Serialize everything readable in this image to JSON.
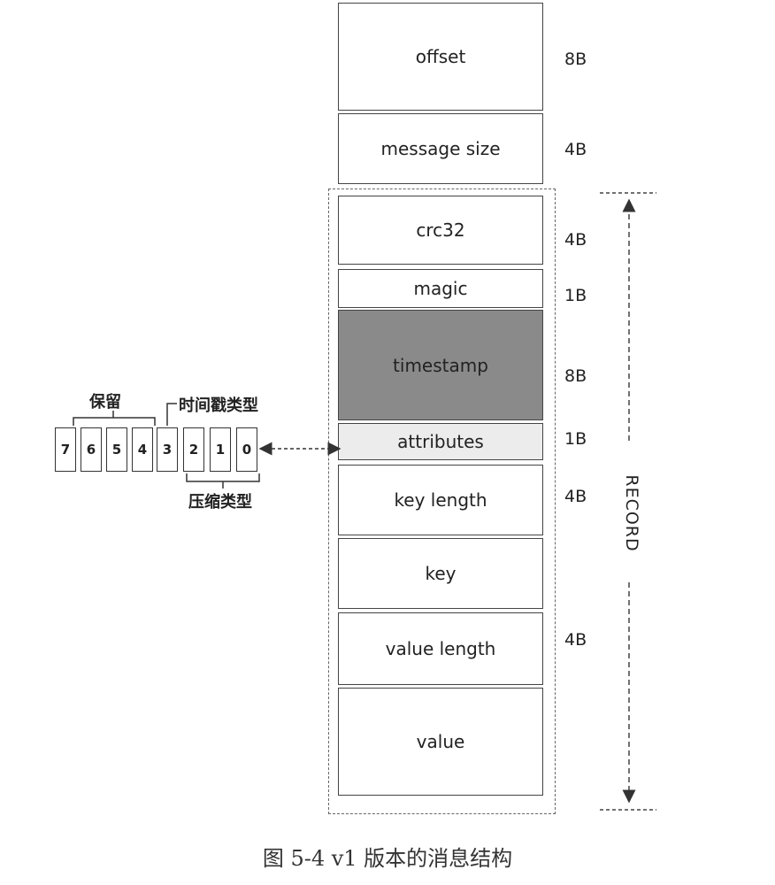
{
  "fields": [
    {
      "label": "offset",
      "size": "8B"
    },
    {
      "label": "message size",
      "size": "4B"
    },
    {
      "label": "crc32",
      "size": "4B"
    },
    {
      "label": "magic",
      "size": "1B"
    },
    {
      "label": "timestamp",
      "size": "8B",
      "fill": "#8a8a8a"
    },
    {
      "label": "attributes",
      "size": "1B",
      "fill": "#ececec"
    },
    {
      "label": "key length",
      "size": "4B"
    },
    {
      "label": "key",
      "size": ""
    },
    {
      "label": "value length",
      "size": "4B"
    },
    {
      "label": "value",
      "size": ""
    }
  ],
  "record_label": "RECORD",
  "bits": [
    "7",
    "6",
    "5",
    "4",
    "3",
    "2",
    "1",
    "0"
  ],
  "reserved_label": "保留",
  "timestamp_type_label": "时间戳类型",
  "compression_type_label": "压缩类型",
  "caption": "图 5-4   v1 版本的消息结构"
}
